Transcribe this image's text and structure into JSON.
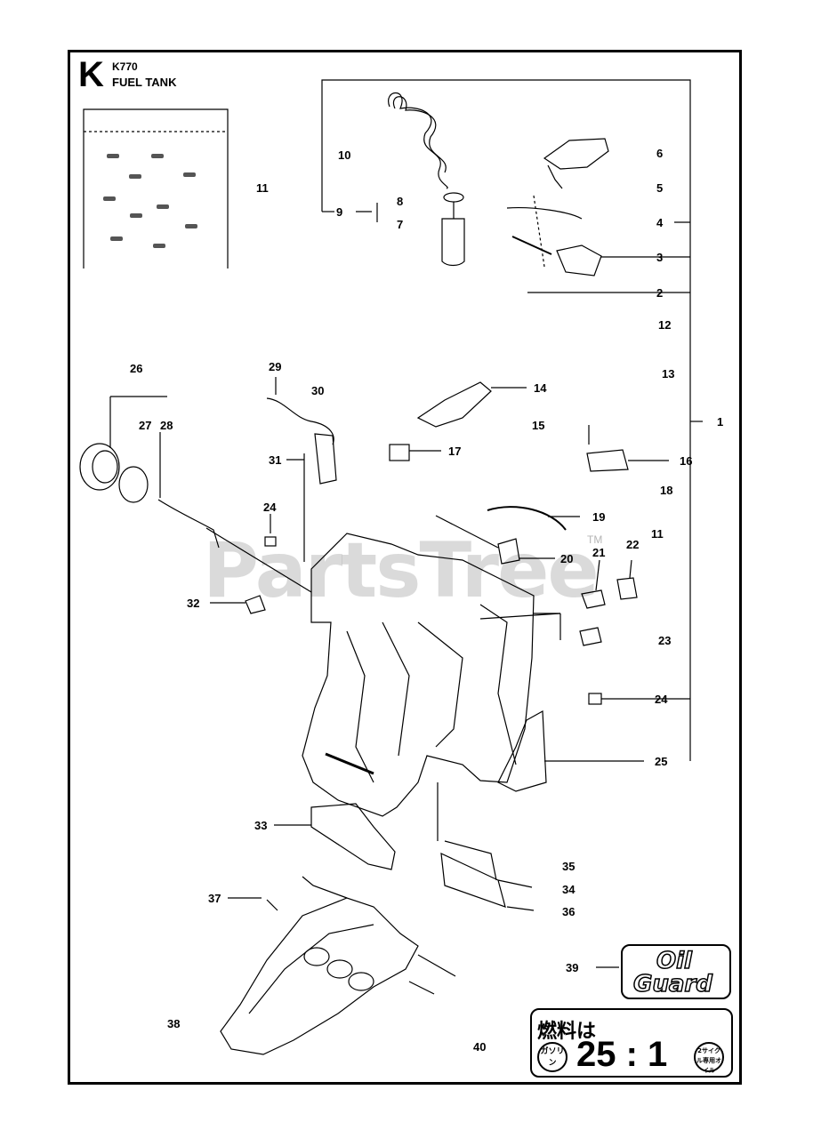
{
  "header": {
    "section_letter": "K",
    "model": "K770",
    "title": "FUEL TANK"
  },
  "watermark": {
    "text": "PartsTree",
    "tm": "TM"
  },
  "parts": {
    "p1": "1",
    "p2": "2",
    "p3": "3",
    "p4": "4",
    "p5": "5",
    "p6": "6",
    "p7": "7",
    "p8": "8",
    "p9": "9",
    "p10": "10",
    "p11a": "11",
    "p11b": "11",
    "p12": "12",
    "p13": "13",
    "p14": "14",
    "p15": "15",
    "p16": "16",
    "p17": "17",
    "p18": "18",
    "p19": "19",
    "p20": "20",
    "p21": "21",
    "p22": "22",
    "p23": "23",
    "p24a": "24",
    "p24b": "24",
    "p25": "25",
    "p26": "26",
    "p27": "27",
    "p28": "28",
    "p29": "29",
    "p30": "30",
    "p31": "31",
    "p32": "32",
    "p33": "33",
    "p34": "34",
    "p35": "35",
    "p36": "36",
    "p37": "37",
    "p38": "38",
    "p39": "39",
    "p40": "40"
  },
  "oil_guard": {
    "line1": "Oil",
    "line2": "Guard"
  },
  "fuel_label": {
    "heading": "燃料は",
    "left_circle": "ガソリン",
    "ratio": "25 : 1",
    "right_circle": "2サイクル専用オイル"
  }
}
